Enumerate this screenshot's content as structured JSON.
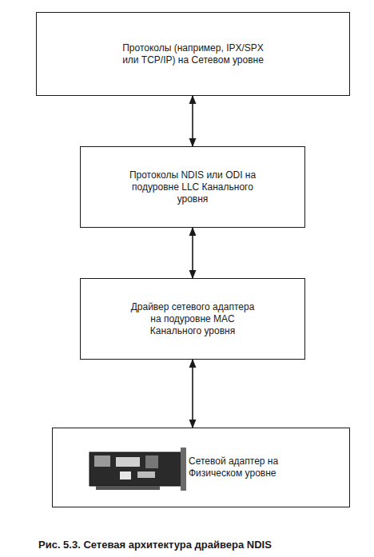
{
  "diagram": {
    "caption": "Рис. 5.3. Сетевая архитектура драйвера NDIS",
    "nodes": [
      {
        "text": [
          "Протоколы (например, IPX/SPX или TCP/IP) на Сетевом уровне"
        ]
      },
      {
        "text": [
          "Протоколы NDIS или ODI на подуровне LLC Канального уровня"
        ]
      },
      {
        "text": [
          "Драйвер сетевого адаптера на подуровне MAC Канального уровня"
        ]
      },
      {
        "text": [
          "Сетевой адаптер на Физическом уровне"
        ]
      }
    ],
    "edges": [
      {
        "from": 0,
        "to": 1,
        "arrow": "both"
      },
      {
        "from": 1,
        "to": 2,
        "arrow": "both"
      },
      {
        "from": 2,
        "to": 3,
        "arrow": "both"
      }
    ]
  }
}
